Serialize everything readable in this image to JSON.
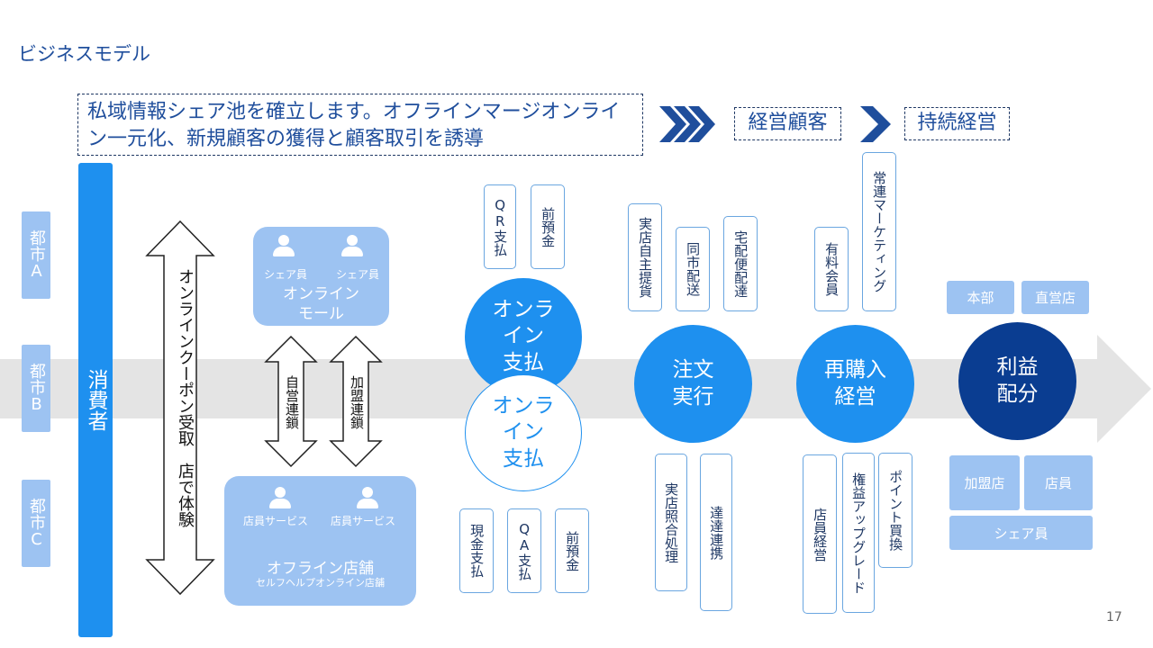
{
  "page": {
    "title": "ビジネスモデル",
    "page_number": "17"
  },
  "header": {
    "statement": "私域情報シェア池を確立します。オフラインマージオンライン一元化、新規顧客の獲得と顧客取引を誘導",
    "step2": "経営顧客",
    "step3": "持続経営"
  },
  "cities": [
    "都市A",
    "都市B",
    "都市C"
  ],
  "consumer": "消費者",
  "coupon_arrow": "オンラインクーポン受取　店で体験",
  "online_mall": {
    "label": "オンライン\nモール",
    "persons": [
      "シェア員",
      "シェア員"
    ]
  },
  "chains": [
    "自営連鎖",
    "加盟連鎖"
  ],
  "offline_store": {
    "label": "オフライン店舗",
    "sub": "セルフヘルプオンライン店舗",
    "persons": [
      "店員サービス",
      "店員サービス"
    ]
  },
  "payment": {
    "circle_online": "オンラ\nイン\n支払",
    "circle_offline": "オンラ\nイン\n支払",
    "top_boxes": [
      "QR支払",
      "前預金"
    ],
    "bottom_boxes": [
      "現金支払",
      "QA支払",
      "前預金"
    ]
  },
  "order": {
    "circle": "注文\n実行",
    "top_boxes": [
      "実店自主提貨",
      "同市配送",
      "宅配便配達"
    ],
    "bottom_boxes": [
      "実店照合処理",
      "達達連携"
    ]
  },
  "repurchase": {
    "circle": "再購入\n経営",
    "top_boxes": [
      "有料会員",
      "常連マーケティング"
    ],
    "bottom_boxes": [
      "店員経営",
      "権益アップグレード",
      "ポイント買換"
    ]
  },
  "profit": {
    "circle": "利益\n配分",
    "top_tags": [
      "本部",
      "直営店"
    ],
    "bottom_tags": [
      "加盟店",
      "店員"
    ],
    "wide_tag": "シェア員"
  },
  "colors": {
    "accent": "#1e90ef",
    "dark": "#0a3d91",
    "light": "#9dc3f2",
    "band": "#e4e4e4"
  }
}
